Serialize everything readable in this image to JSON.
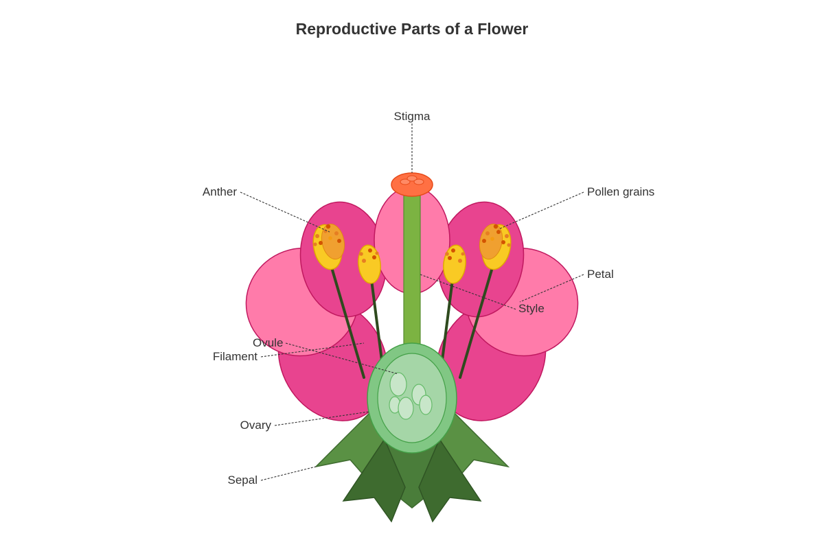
{
  "title": "Reproductive Parts of a Flower",
  "labels": {
    "stigma": "Stigma",
    "anther": "Anther",
    "pollen_grains": "Pollen grains",
    "petal": "Petal",
    "style": "Style",
    "ovule": "Ovule",
    "filament": "Filament",
    "ovary": "Ovary",
    "sepal": "Sepal"
  },
  "colors": {
    "petal_dark": "#E8448F",
    "petal_light": "#FF7BAA",
    "petal_edge": "#C0185F",
    "style": "#7CB342",
    "stigma": "#FF7043",
    "anther": "#F9CA24",
    "pollen": "#D35400",
    "ovary": "#81C784",
    "ovary_inner": "#A5D6A7",
    "ovule": "#C8E6C9",
    "sepal_light": "#5A9144",
    "sepal_dark": "#3E6B2F",
    "filament": "#2E4A1E"
  }
}
